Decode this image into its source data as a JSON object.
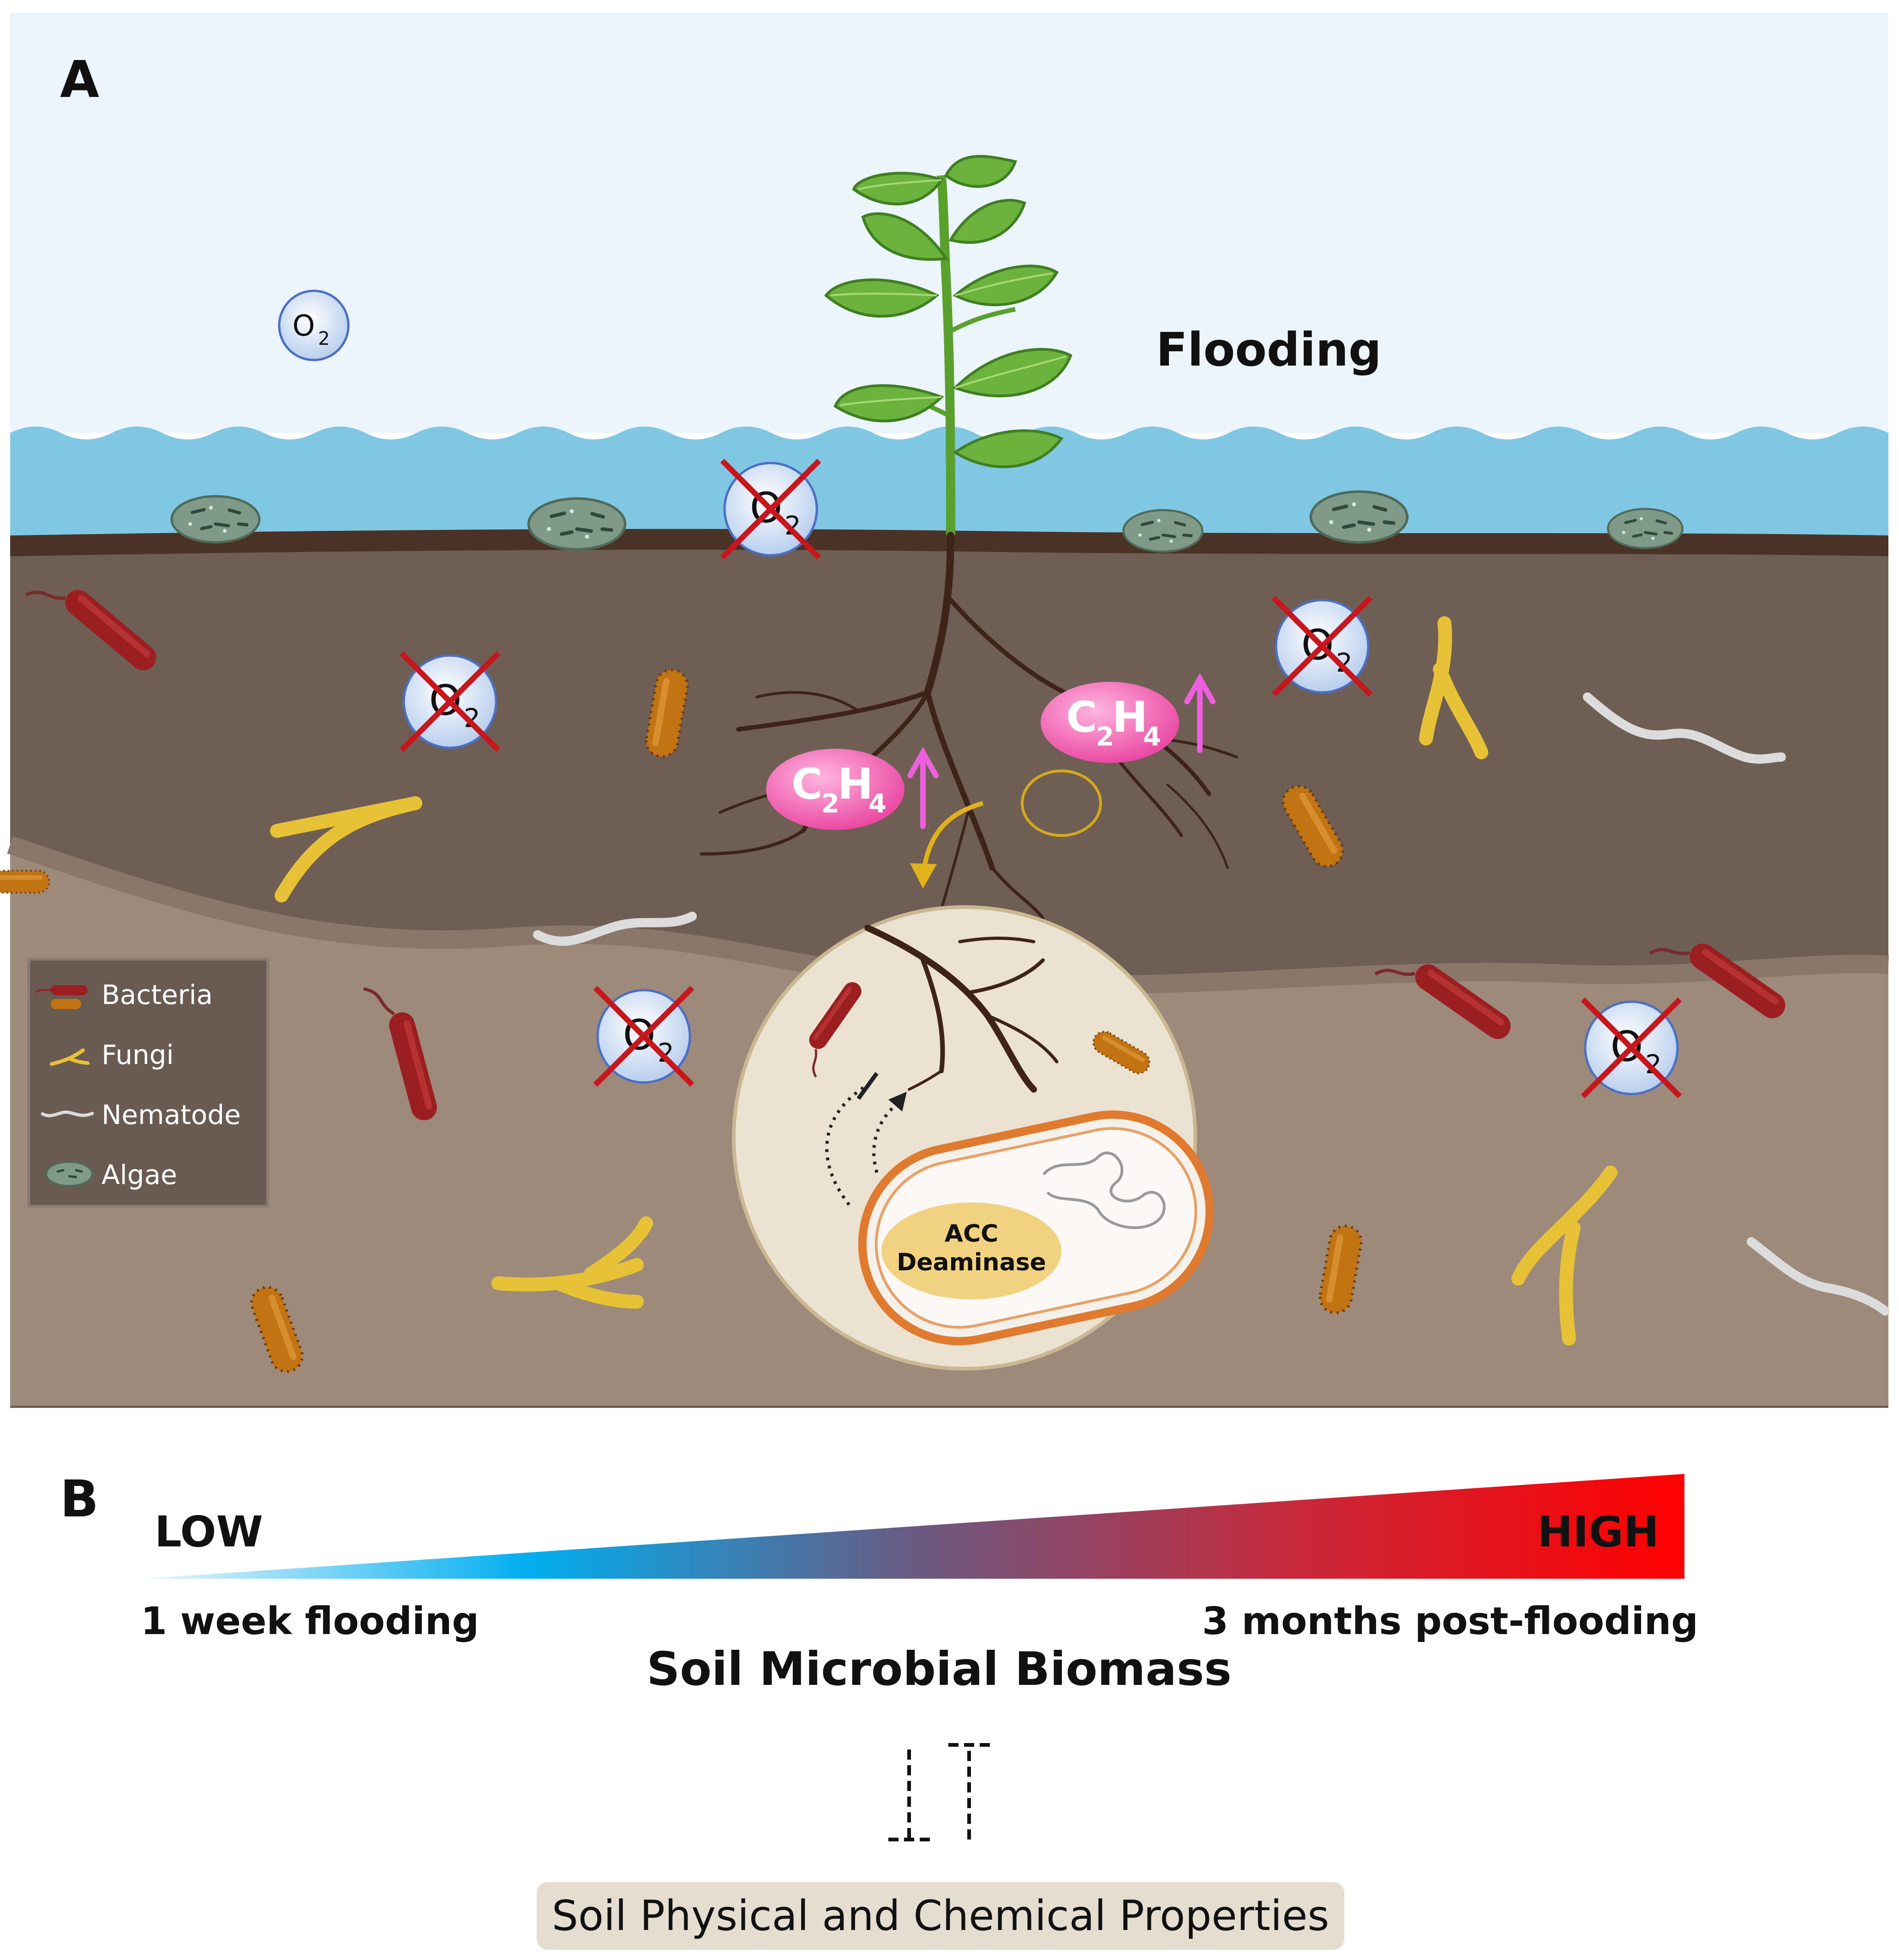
{
  "panel_a": {
    "label": "A",
    "flooding_label": "Flooding",
    "oxygen": {
      "o": "O",
      "sub": "2"
    },
    "ethylene": {
      "c": "C",
      "c_sub": "2",
      "h": "H",
      "h_sub": "4"
    },
    "acc_deaminase": {
      "line1": "ACC",
      "line2": "Deaminase"
    },
    "legend": [
      {
        "label": "Bacteria",
        "icon": "bacteria-icon"
      },
      {
        "label": "Fungi",
        "icon": "fungi-icon"
      },
      {
        "label": "Nematode",
        "icon": "nematode-icon"
      },
      {
        "label": "Algae",
        "icon": "algae-icon"
      }
    ],
    "colors": {
      "sky": "#ecf4fc",
      "water": "#7fc7e3",
      "topsoil_line": "#4a3326",
      "soil_upper": "#6e5e53",
      "soil_lower": "#9e8a7a",
      "bacteria_red": "#9b1f21",
      "bacteria_orange": "#c27412",
      "fungi": "#e8c236",
      "nematode": "#dcdcdc",
      "algae": "#7f9b88",
      "ethylene": "#f062b4",
      "arrow_magenta": "#ee5fe0",
      "no_o2_cross": "#c8161d"
    }
  },
  "panel_b": {
    "label": "B",
    "low": "LOW",
    "high": "HIGH",
    "start_label": "1 week flooding",
    "end_label": "3 months post-flooding",
    "title": "Soil Microbial Biomass",
    "footer": "Soil Physical and Chemical Properties",
    "gradient_colors": [
      "#dff2fb",
      "#00aeef",
      "#7a4b76",
      "#ff0000"
    ]
  }
}
